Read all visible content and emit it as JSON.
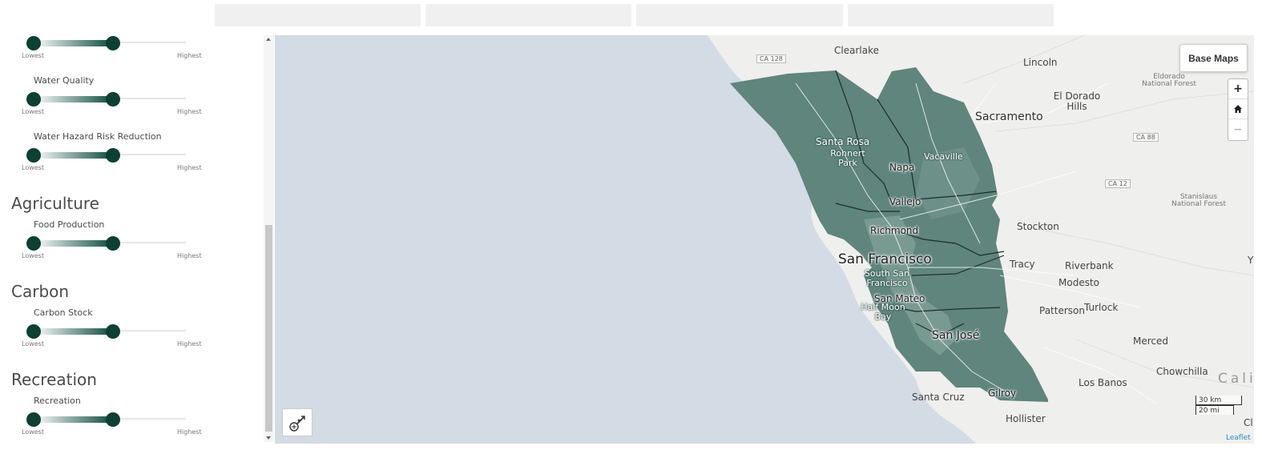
{
  "tabs": [
    "",
    "",
    "",
    ""
  ],
  "slider_common": {
    "low_label": "Lowest",
    "high_label": "Highest"
  },
  "sidebar": {
    "first_slider": {
      "label": ""
    },
    "water_quality": {
      "label": "Water Quality"
    },
    "water_hazard": {
      "label": "Water Hazard Risk Reduction"
    },
    "agriculture": {
      "title": "Agriculture",
      "label": "Food Production"
    },
    "carbon": {
      "title": "Carbon",
      "label": "Carbon Stock"
    },
    "recreation": {
      "title": "Recreation",
      "label": "Recreation"
    }
  },
  "map": {
    "basemaps_label": "Base Maps",
    "zoom_in": "+",
    "home_icon": "home-icon",
    "zoom_out": "−",
    "scale_km": "30 km",
    "scale_mi": "20 mi",
    "attribution": "Leaflet",
    "colors": {
      "water": "#d3dbe4",
      "land": "#efefee",
      "region": "#5f857c",
      "slider_knob": "#0d3f33"
    },
    "places": {
      "clearlake": "Clearlake",
      "lincoln": "Lincoln",
      "eldorado_nf": "Eldorado National Forest",
      "el_dorado_hills": "El Dorado Hills",
      "sacramento": "Sacramento",
      "santa_rosa": "Santa Rosa",
      "rohnert_park": "Rohnert Park",
      "vacaville": "Vacaville",
      "napa": "Napa",
      "vallejo": "Vallejo",
      "stanislaus_nf": "Stanislaus National Forest",
      "richmond": "Richmond",
      "stockton": "Stockton",
      "san_francisco": "San Francisco",
      "tracy": "Tracy",
      "riverbank": "Riverbank",
      "south_sf": "South San Francisco",
      "modesto": "Modesto",
      "san_mateo": "San Mateo",
      "half_moon_bay": "Half Moon Bay",
      "patterson": "Patterson",
      "turlock": "Turlock",
      "san_jose": "San José",
      "merced": "Merced",
      "chowchilla": "Chowchilla",
      "calif": "Calif",
      "los_banos": "Los Banos",
      "santa_cruz": "Santa Cruz",
      "gilroy": "Gilroy",
      "hollister": "Hollister",
      "cl": "Cl",
      "y": "Y"
    },
    "shields": {
      "ca128": "CA 128",
      "ca88": "CA 88",
      "ca12": "CA 12"
    }
  }
}
